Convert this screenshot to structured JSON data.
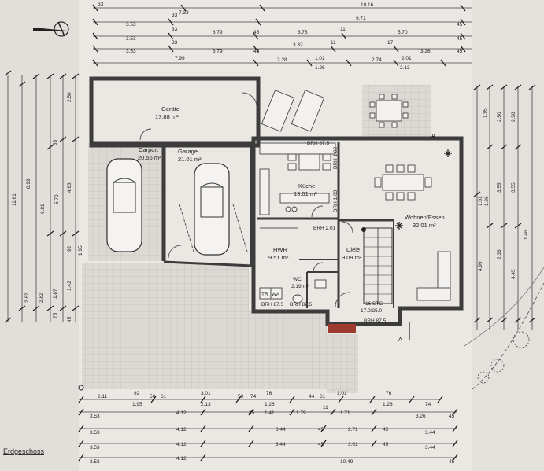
{
  "title": "Erdgeschoss",
  "rooms": {
    "geraete": {
      "name": "Geräte",
      "area": "17.88 m²"
    },
    "carport": {
      "name": "Carport",
      "area": "20.56 m²"
    },
    "garage": {
      "name": "Garage",
      "area": "21.01 m²"
    },
    "kueche": {
      "name": "Küche",
      "area": "13.01 m²"
    },
    "wohnen": {
      "name": "Wohnen/Essen",
      "area": "32.01 m²"
    },
    "hwr": {
      "name": "HWR",
      "area": "9.51 m²"
    },
    "diele": {
      "name": "Diele",
      "area": "9.09 m²"
    },
    "wc": {
      "name": "WC",
      "area": "2.19 m²"
    }
  },
  "stair": {
    "label": "16 STG",
    "ratio": "17.0/25.0"
  },
  "hwr_fixtures": [
    "TR",
    "WA"
  ],
  "window_codes": [
    "BRH 87.5",
    "BRH 1.82",
    "BRH 1.03",
    "BRH 2.01"
  ],
  "section_marks": [
    "A",
    "A"
  ],
  "top_dims": [
    [
      "33",
      "7.33",
      "10.16"
    ],
    [
      "3.53",
      "33",
      "9.71",
      "45"
    ],
    [
      "3.53",
      "33",
      "3.79",
      "45",
      "3.78",
      "11",
      "5.70",
      "45"
    ],
    [
      "3.53",
      "33",
      "3.79",
      "45",
      "3.32",
      "11",
      "17",
      "3.26",
      "45"
    ],
    [
      "7.99",
      "2.28",
      "1.01",
      "2.74",
      "2.01",
      "2.13",
      "1.26"
    ]
  ],
  "bottom_dims": [
    [
      "2.11",
      "92",
      "1.95",
      "50",
      "61",
      "3.01",
      "2.13",
      "50",
      "74",
      "76",
      "1.26",
      "44",
      "61",
      "1.01",
      "76",
      "1.26",
      "74"
    ],
    [
      "3.53",
      "4.12",
      "45",
      "1.41",
      "1.79",
      "11",
      "1.71",
      "3.26",
      "45"
    ],
    [
      "3.53",
      "4.12",
      "3.44",
      "45",
      "2.71",
      "45",
      "3.44"
    ],
    [
      "3.53",
      "4.12",
      "3.44",
      "45",
      "3.61",
      "45",
      "3.44"
    ],
    [
      "3.53",
      "4.12",
      "10.49",
      "45"
    ]
  ],
  "left_dims": [
    "11.61",
    "8.99",
    "6.81",
    "5.70",
    "4.63",
    "2.50",
    "2.62",
    "2.82",
    "1.87",
    "1.42",
    "92",
    "1.95",
    "33",
    "75",
    "45"
  ],
  "right_dims": [
    "1.95",
    "2.50",
    "2.50",
    "3.55",
    "3.55",
    "1.01",
    "1.26",
    "1.46",
    "2.36",
    "4.99",
    "4.45"
  ]
}
